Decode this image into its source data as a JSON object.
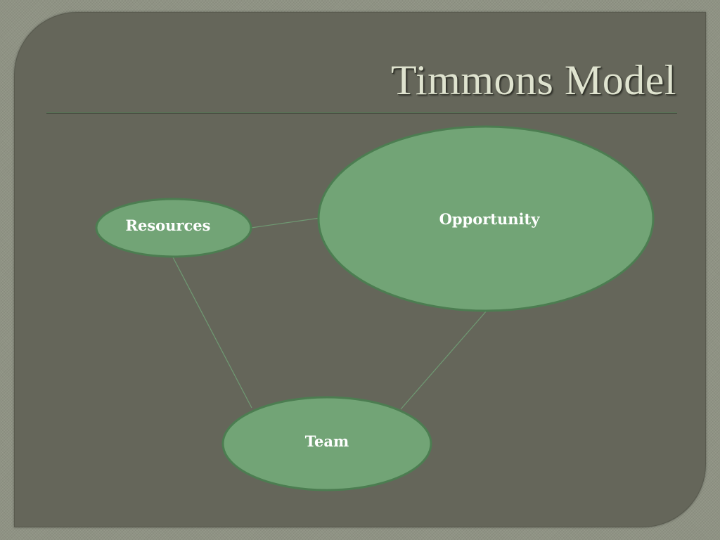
{
  "slide": {
    "title": "Timmons Model"
  },
  "diagram": {
    "nodes": [
      {
        "id": "opportunity",
        "label": "Opportunity"
      },
      {
        "id": "resources",
        "label": "Resources"
      },
      {
        "id": "team",
        "label": "Team"
      }
    ],
    "edges": [
      {
        "from": "resources",
        "to": "opportunity"
      },
      {
        "from": "resources",
        "to": "team"
      },
      {
        "from": "opportunity",
        "to": "team"
      }
    ]
  },
  "colors": {
    "node_fill": "#72a476",
    "node_stroke": "#4c7d51",
    "edge": "#6f9a73",
    "title": "#dfe3cf"
  }
}
